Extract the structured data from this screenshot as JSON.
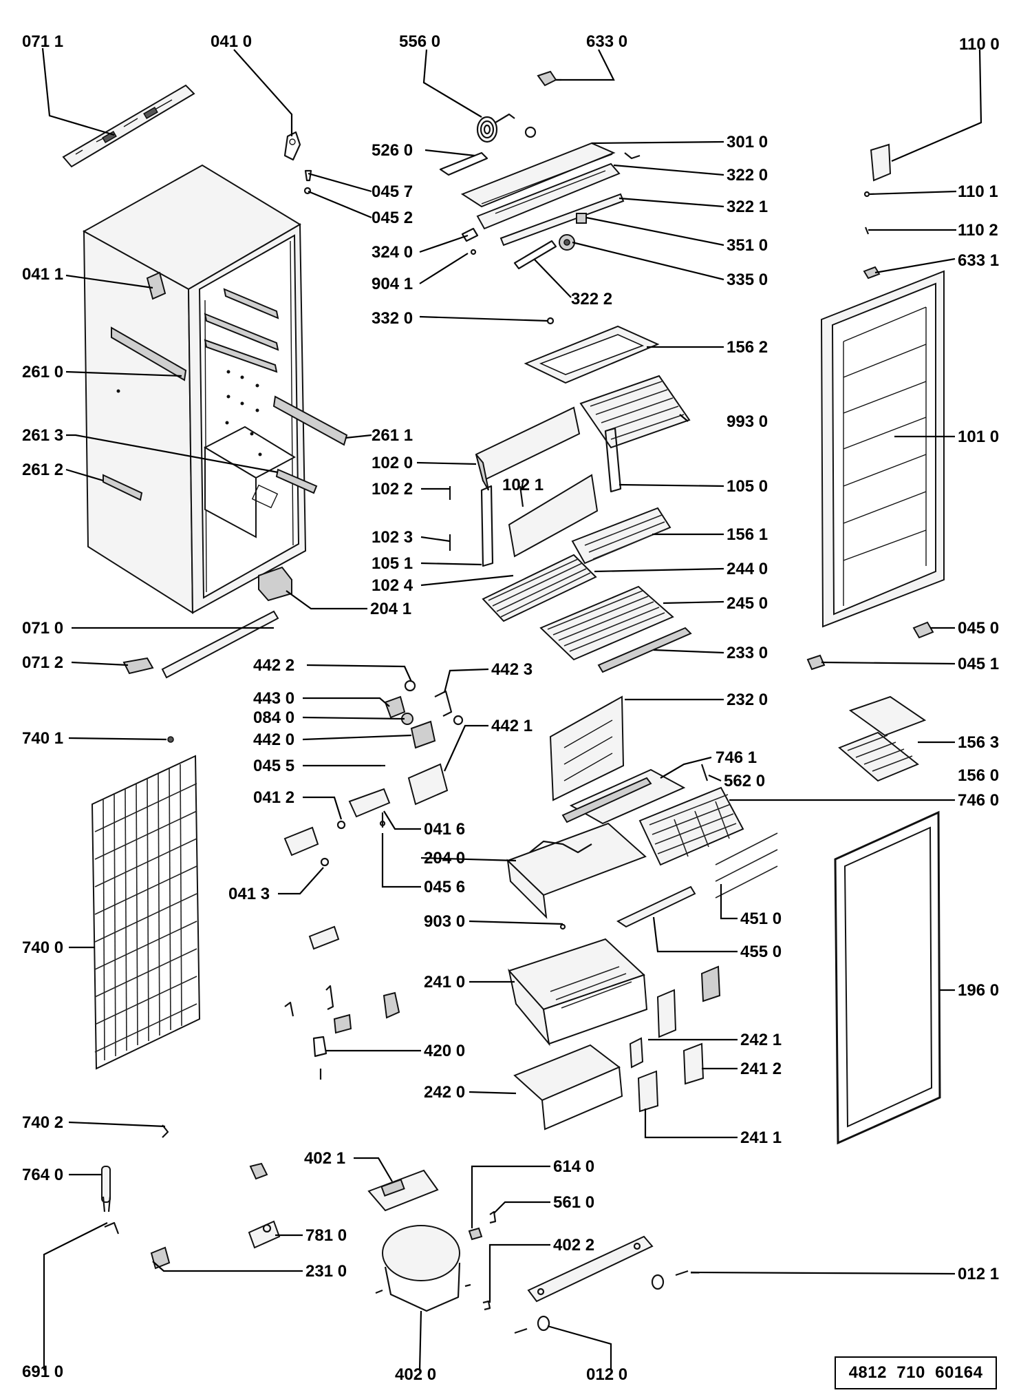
{
  "document": {
    "reference_number": "4812  710  60164"
  },
  "parts": [
    {
      "id": "p0711",
      "label": "071 1"
    },
    {
      "id": "p0410",
      "label": "041 0"
    },
    {
      "id": "p5560",
      "label": "556 0"
    },
    {
      "id": "p6330",
      "label": "633 0"
    },
    {
      "id": "p1100",
      "label": "110 0"
    },
    {
      "id": "p5260",
      "label": "526 0"
    },
    {
      "id": "p3010",
      "label": "301 0"
    },
    {
      "id": "p0457",
      "label": "045 7"
    },
    {
      "id": "p3220",
      "label": "322 0"
    },
    {
      "id": "p1101",
      "label": "110 1"
    },
    {
      "id": "p0452",
      "label": "045 2"
    },
    {
      "id": "p3221",
      "label": "322 1"
    },
    {
      "id": "p1102",
      "label": "110 2"
    },
    {
      "id": "p3240",
      "label": "324 0"
    },
    {
      "id": "p3510",
      "label": "351 0"
    },
    {
      "id": "p0411",
      "label": "041 1"
    },
    {
      "id": "p9041",
      "label": "904 1"
    },
    {
      "id": "p3350",
      "label": "335 0"
    },
    {
      "id": "p6331",
      "label": "633 1"
    },
    {
      "id": "p3222",
      "label": "322 2"
    },
    {
      "id": "p3320",
      "label": "332 0"
    },
    {
      "id": "p1562",
      "label": "156 2"
    },
    {
      "id": "p2610",
      "label": "261 0"
    },
    {
      "id": "p9930",
      "label": "993 0"
    },
    {
      "id": "p2613",
      "label": "261 3"
    },
    {
      "id": "p2611",
      "label": "261 1"
    },
    {
      "id": "p1010",
      "label": "101 0"
    },
    {
      "id": "p2612",
      "label": "261 2"
    },
    {
      "id": "p1020",
      "label": "102 0"
    },
    {
      "id": "p1022",
      "label": "102 2"
    },
    {
      "id": "p1021",
      "label": "102 1"
    },
    {
      "id": "p1050",
      "label": "105 0"
    },
    {
      "id": "p1023",
      "label": "102 3"
    },
    {
      "id": "p1561",
      "label": "156 1"
    },
    {
      "id": "p1051",
      "label": "105 1"
    },
    {
      "id": "p2440",
      "label": "244 0"
    },
    {
      "id": "p1024",
      "label": "102 4"
    },
    {
      "id": "p2041",
      "label": "204 1"
    },
    {
      "id": "p2450",
      "label": "245 0"
    },
    {
      "id": "p0710",
      "label": "071 0"
    },
    {
      "id": "p0450",
      "label": "045 0"
    },
    {
      "id": "p0712",
      "label": "071 2"
    },
    {
      "id": "p2330",
      "label": "233 0"
    },
    {
      "id": "p0451",
      "label": "045 1"
    },
    {
      "id": "p4422",
      "label": "442 2"
    },
    {
      "id": "p4423",
      "label": "442 3"
    },
    {
      "id": "p4430",
      "label": "443 0"
    },
    {
      "id": "p2320",
      "label": "232 0"
    },
    {
      "id": "p0840",
      "label": "084 0"
    },
    {
      "id": "p7401",
      "label": "740 1"
    },
    {
      "id": "p4421",
      "label": "442 1"
    },
    {
      "id": "p4420",
      "label": "442 0"
    },
    {
      "id": "p1563",
      "label": "156 3"
    },
    {
      "id": "p7461",
      "label": "746 1"
    },
    {
      "id": "p0455",
      "label": "045 5"
    },
    {
      "id": "p5620",
      "label": "562 0"
    },
    {
      "id": "p1560",
      "label": "156 0"
    },
    {
      "id": "p0412",
      "label": "041 2"
    },
    {
      "id": "p7460",
      "label": "746 0"
    },
    {
      "id": "p0416",
      "label": "041 6"
    },
    {
      "id": "p2040",
      "label": "204 0"
    },
    {
      "id": "p0413",
      "label": "041 3"
    },
    {
      "id": "p0456",
      "label": "045 6"
    },
    {
      "id": "p4510",
      "label": "451 0"
    },
    {
      "id": "p9030",
      "label": "903 0"
    },
    {
      "id": "p7400",
      "label": "740 0"
    },
    {
      "id": "p4550",
      "label": "455 0"
    },
    {
      "id": "p2410",
      "label": "241 0"
    },
    {
      "id": "p1960",
      "label": "196 0"
    },
    {
      "id": "p2421",
      "label": "242 1"
    },
    {
      "id": "p4200",
      "label": "420 0"
    },
    {
      "id": "p2412",
      "label": "241 2"
    },
    {
      "id": "p2420",
      "label": "242 0"
    },
    {
      "id": "p7402",
      "label": "740 2"
    },
    {
      "id": "p2411",
      "label": "241 1"
    },
    {
      "id": "p4021",
      "label": "402 1"
    },
    {
      "id": "p6140",
      "label": "614 0"
    },
    {
      "id": "p7640",
      "label": "764 0"
    },
    {
      "id": "p5610",
      "label": "561 0"
    },
    {
      "id": "p7810",
      "label": "781 0"
    },
    {
      "id": "p4022",
      "label": "402 2"
    },
    {
      "id": "p2310",
      "label": "231 0"
    },
    {
      "id": "p0121",
      "label": "012 1"
    },
    {
      "id": "p6910",
      "label": "691 0"
    },
    {
      "id": "p4020",
      "label": "402 0"
    },
    {
      "id": "p0120",
      "label": "012 0"
    }
  ]
}
